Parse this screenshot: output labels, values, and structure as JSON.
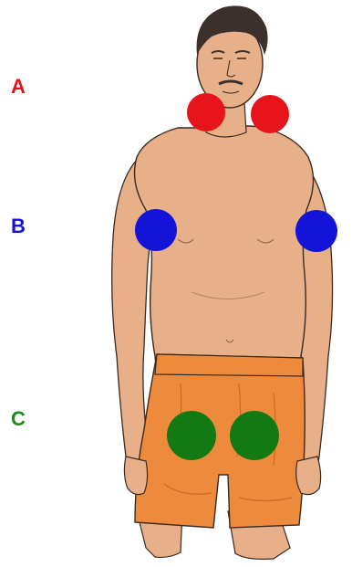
{
  "labels": {
    "a": {
      "text": "A",
      "color": "#e8141c"
    },
    "b": {
      "text": "B",
      "color": "#1414d8"
    },
    "c": {
      "text": "C",
      "color": "#1c8a1c"
    }
  },
  "colors": {
    "skin": "#e8b089",
    "skin_shadow": "#c98d66",
    "hair": "#3b302b",
    "shorts": "#ee8a3c",
    "shorts_shadow": "#c96a24",
    "outline": "#3a2a20",
    "marker_a": "#e8141c",
    "marker_b": "#1414d8",
    "marker_c": "#137a13"
  }
}
